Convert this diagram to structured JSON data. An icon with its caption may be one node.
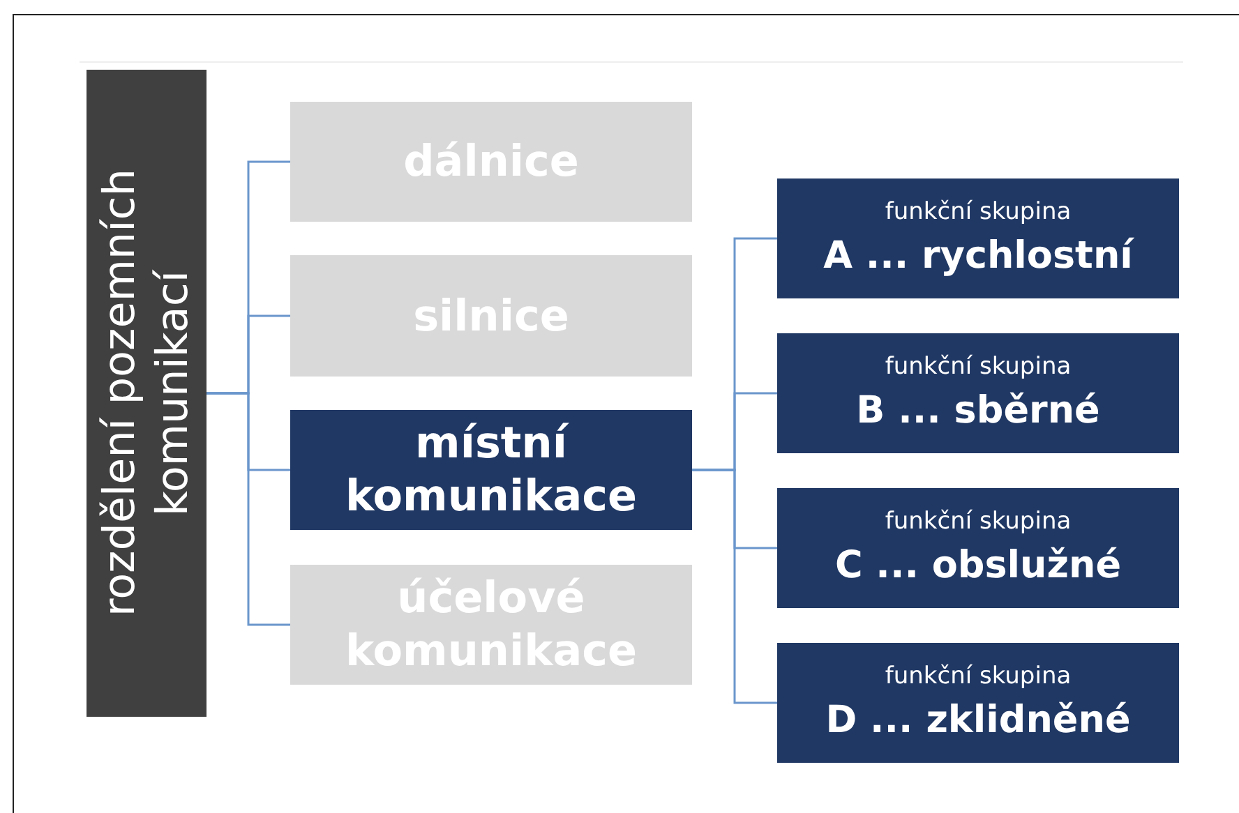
{
  "diagram": {
    "nodes": [
      {
        "text": [
          "rozdělení pozemních komunikací"
        ]
      },
      {
        "text": [
          "dálnice"
        ]
      },
      {
        "text": [
          "silnice"
        ]
      },
      {
        "text": [
          "místní komunikace"
        ]
      },
      {
        "text": [
          "účelové komunikace"
        ]
      },
      {
        "text": [
          "funkční skupina",
          "A ... rychlostní"
        ]
      },
      {
        "text": [
          "funkční skupina",
          "B ... sběrné"
        ]
      },
      {
        "text": [
          "funkční skupina",
          "C ... obslužné"
        ]
      },
      {
        "text": [
          "funkční skupina",
          "D ... zklidněné"
        ]
      }
    ],
    "edges": [
      {
        "from": 0,
        "to": 1,
        "arrow": "none"
      },
      {
        "from": 0,
        "to": 2,
        "arrow": "none"
      },
      {
        "from": 0,
        "to": 3,
        "arrow": "none"
      },
      {
        "from": 0,
        "to": 4,
        "arrow": "none"
      },
      {
        "from": 3,
        "to": 5,
        "arrow": "none"
      },
      {
        "from": 3,
        "to": 6,
        "arrow": "none"
      },
      {
        "from": 3,
        "to": 7,
        "arrow": "none"
      },
      {
        "from": 3,
        "to": 8,
        "arrow": "none"
      }
    ]
  }
}
